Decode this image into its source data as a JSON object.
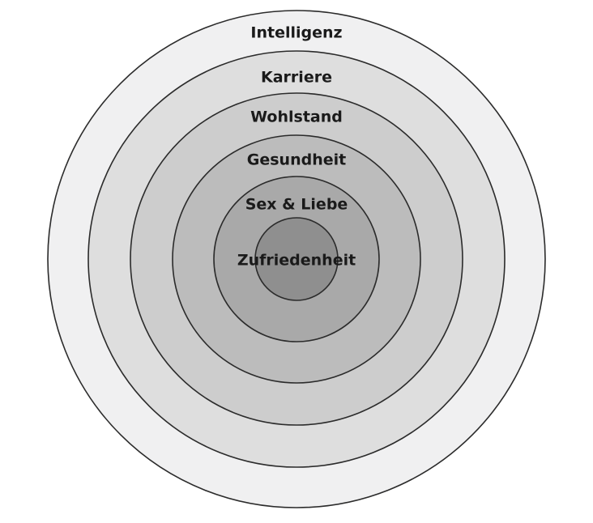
{
  "diagram": {
    "rings": [
      {
        "label": "Intelligenz",
        "fill": "#f0f0f1"
      },
      {
        "label": "Karriere",
        "fill": "#dedede"
      },
      {
        "label": "Wohlstand",
        "fill": "#cdcdcd"
      },
      {
        "label": "Gesundheit",
        "fill": "#bcbcbc"
      },
      {
        "label": "Sex & Liebe",
        "fill": "#a9a9a9"
      },
      {
        "label": "Zufriedenheit",
        "fill": "#8f8f8f"
      }
    ]
  }
}
